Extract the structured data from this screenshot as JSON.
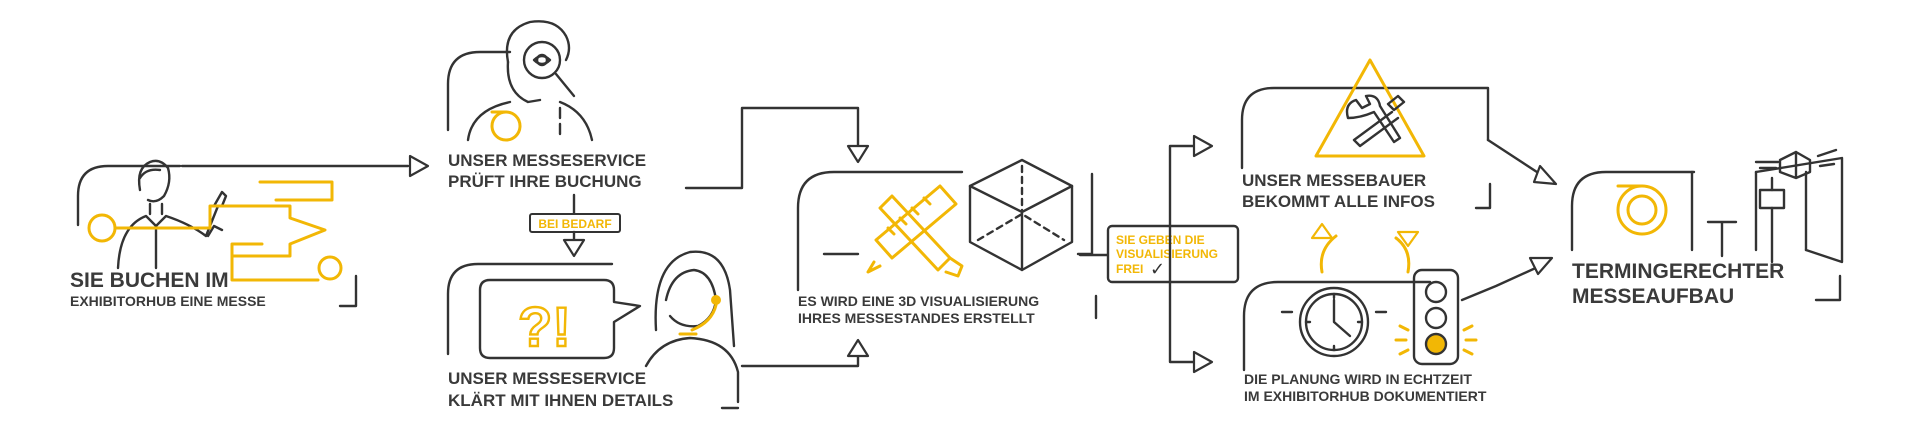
{
  "steps": {
    "book": {
      "line1": "SIE BUCHEN IM",
      "line2": "EXHIBITORHUB EINE MESSE"
    },
    "check": {
      "line1": "UNSER MESSESERVICE",
      "line2": "PRÜFT IHRE BUCHUNG"
    },
    "if_needed": {
      "label": "BEI BEDARF"
    },
    "clarify": {
      "line1": "UNSER MESSESERVICE",
      "line2": "KLÄRT MIT IHNEN DETAILS",
      "symbols": "?!"
    },
    "visual": {
      "line1": "ES WIRD EINE 3D VISUALISIERUNG",
      "line2": "IHRES MESSESTANDES ERSTELLT"
    },
    "approve": {
      "line1": "SIE GEBEN DIE",
      "line2": "VISUALISIERUNG",
      "line3": "FREI",
      "check": "✓"
    },
    "builder": {
      "line1": "UNSER MESSEBAUER",
      "line2": "BEKOMMT ALLE INFOS"
    },
    "planning": {
      "line1": "DIE PLANUNG WIRD IN ECHTZEIT",
      "line2": "IM EXHIBITORHUB DOKUMENTIERT"
    },
    "build": {
      "line1": "TERMINGERECHTER",
      "line2": "MESSEAUFBAU"
    }
  },
  "colors": {
    "accent": "#f2b705",
    "stroke": "#333333",
    "text": "#3a3a3a"
  },
  "icons": [
    "person-pointing-icon",
    "magnifier-person-icon",
    "headset-person-icon",
    "cube-icon",
    "ruler-pencil-icon",
    "tools-warning-icon",
    "clock-icon",
    "traffic-light-icon",
    "stand-icon",
    "logo-icon"
  ]
}
